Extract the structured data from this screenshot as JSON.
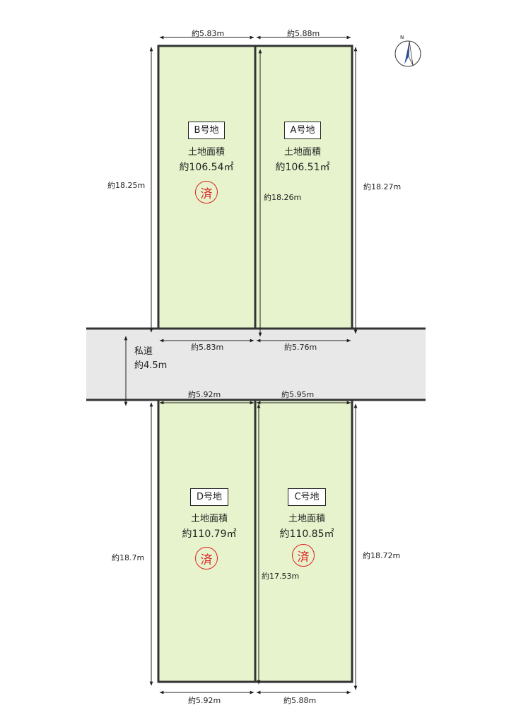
{
  "lots": [
    {
      "id": "B",
      "name": "B号地",
      "area_title": "土地面積",
      "area": "約106.54㎡",
      "sold": true
    },
    {
      "id": "A",
      "name": "A号地",
      "area_title": "土地面積",
      "area": "約106.51㎡",
      "sold": false
    },
    {
      "id": "D",
      "name": "D号地",
      "area_title": "土地面積",
      "area": "約110.79㎡",
      "sold": true
    },
    {
      "id": "C",
      "name": "C号地",
      "area_title": "土地面積",
      "area": "約110.85㎡",
      "sold": true
    }
  ],
  "stamp_text": "済",
  "dimensions": {
    "b_top": "約5.83m",
    "a_top": "約5.88m",
    "b_left": "約18.25m",
    "ab_middle": "約18.26m",
    "a_right": "約18.27m",
    "b_bottom": "約5.83m",
    "a_bottom": "約5.76m",
    "d_top": "約5.92m",
    "c_top": "約5.95m",
    "d_left": "約18.7m",
    "dc_middle": "約17.53m",
    "c_right": "約18.72m",
    "d_bottom": "約5.92m",
    "c_bottom": "約5.88m"
  },
  "road": {
    "name": "私道",
    "width": "約4.5m"
  },
  "compass": {
    "label": "N"
  },
  "colors": {
    "lot_fill": "#e6f3cc",
    "lot_border": "#333333",
    "road_fill": "#e8e8e8",
    "stamp": "#e02020",
    "compass_north": "#2a4fa0"
  }
}
